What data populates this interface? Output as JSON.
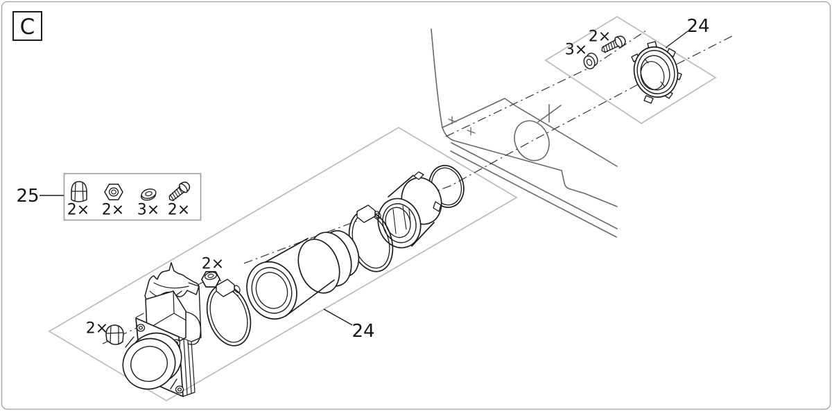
{
  "diagram": {
    "section_label": "C",
    "part_labels": {
      "kit_box": "25",
      "assembly": "24",
      "clamp_ring": "24"
    },
    "qty": {
      "box_cap_nut": "2×",
      "box_hex_nut": "2×",
      "box_washer": "3×",
      "box_screw": "2×",
      "cap_nut": "2×",
      "hex_nut": "2×",
      "washer_top": "3×",
      "screw_top": "2×"
    },
    "components": [
      "cap-nut",
      "hex-nut",
      "washer",
      "pan-head-screw",
      "flap-valve-body",
      "hose-clamp-front",
      "hose-sleeve",
      "hose-clamp-rear",
      "socket-adapter",
      "o-ring",
      "tank-housing-outline",
      "flat-washer",
      "fastening-screw",
      "clamp-ring"
    ],
    "colors": {
      "background": "#ffffff",
      "part_line": "#1c1c1c",
      "housing_line": "#686868",
      "frame_line": "#bdbdbd",
      "box_line": "#9b9b9b",
      "centerline": "#3a3a3a",
      "page_border": "#ababab"
    }
  }
}
